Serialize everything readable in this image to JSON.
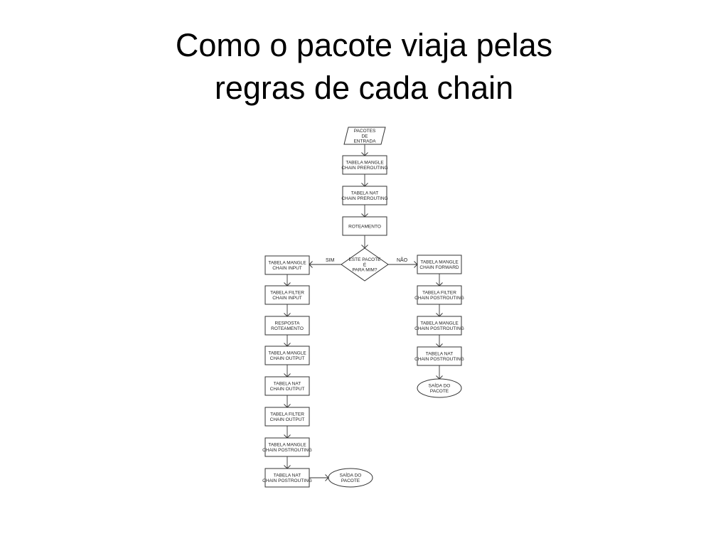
{
  "slide": {
    "title_line1": "Como o pacote viaja pelas",
    "title_line2": "regras de cada chain"
  },
  "diagram": {
    "nodes": [
      {
        "id": "entrada",
        "shape": "parallelogram",
        "lines": [
          "PACOTES",
          "DE",
          "ENTRADA"
        ]
      },
      {
        "id": "mangle-pre",
        "shape": "rect",
        "lines": [
          "TABELA MANGLE",
          "CHAIN PREROUTING"
        ]
      },
      {
        "id": "nat-pre",
        "shape": "rect",
        "lines": [
          "TABELA NAT",
          "CHAIN PREROUTING"
        ]
      },
      {
        "id": "roteamento",
        "shape": "rect",
        "lines": [
          "ROTEAMENTO"
        ]
      },
      {
        "id": "decisao",
        "shape": "diamond",
        "lines": [
          "ESTE PACOTE",
          "É",
          "PARA MIM?"
        ]
      },
      {
        "id": "mangle-input",
        "shape": "rect",
        "lines": [
          "TABELA MANGLE",
          "CHAIN INPUT"
        ]
      },
      {
        "id": "filter-input",
        "shape": "rect",
        "lines": [
          "TABELA FILTER",
          "CHAIN INPUT"
        ]
      },
      {
        "id": "resposta",
        "shape": "rect",
        "lines": [
          "RESPOSTA",
          "ROTEAMENTO"
        ]
      },
      {
        "id": "mangle-output",
        "shape": "rect",
        "lines": [
          "TABELA MANGLE",
          "CHAIN OUTPUT"
        ]
      },
      {
        "id": "nat-output",
        "shape": "rect",
        "lines": [
          "TABELA NAT",
          "CHAIN OUTPUT"
        ]
      },
      {
        "id": "filter-output",
        "shape": "rect",
        "lines": [
          "TABELA FILTER",
          "CHAIN OUTPUT"
        ]
      },
      {
        "id": "mangle-post-left",
        "shape": "rect",
        "lines": [
          "TABELA MANGLE",
          "CHAIN POSTROUTING"
        ]
      },
      {
        "id": "nat-post-left",
        "shape": "rect",
        "lines": [
          "TABELA NAT",
          "CHAIN POSTROUTING"
        ]
      },
      {
        "id": "saida-left",
        "shape": "ellipse",
        "lines": [
          "SAÍDA DO",
          "PACOTE"
        ]
      },
      {
        "id": "mangle-forward",
        "shape": "rect",
        "lines": [
          "TABELA MANGLE",
          "CHAIN FORWARD"
        ]
      },
      {
        "id": "filter-post-right",
        "shape": "rect",
        "lines": [
          "TABELA FILTER",
          "CHAIN POSTROUTING"
        ]
      },
      {
        "id": "mangle-post-right",
        "shape": "rect",
        "lines": [
          "TABELA MANGLE",
          "CHAIN POSTROUTING"
        ]
      },
      {
        "id": "nat-post-right",
        "shape": "rect",
        "lines": [
          "TABELA NAT",
          "CHAIN POSTROUTING"
        ]
      },
      {
        "id": "saida-right",
        "shape": "ellipse",
        "lines": [
          "SAÍDA DO",
          "PACOTE"
        ]
      }
    ],
    "edges": [
      {
        "from": "entrada",
        "to": "mangle-pre",
        "label": ""
      },
      {
        "from": "mangle-pre",
        "to": "nat-pre",
        "label": ""
      },
      {
        "from": "nat-pre",
        "to": "roteamento",
        "label": ""
      },
      {
        "from": "roteamento",
        "to": "decisao",
        "label": ""
      },
      {
        "from": "decisao",
        "to": "mangle-input",
        "label": "SIM"
      },
      {
        "from": "decisao",
        "to": "mangle-forward",
        "label": "NÃO"
      },
      {
        "from": "mangle-input",
        "to": "filter-input",
        "label": ""
      },
      {
        "from": "filter-input",
        "to": "resposta",
        "label": ""
      },
      {
        "from": "resposta",
        "to": "mangle-output",
        "label": ""
      },
      {
        "from": "mangle-output",
        "to": "nat-output",
        "label": ""
      },
      {
        "from": "nat-output",
        "to": "filter-output",
        "label": ""
      },
      {
        "from": "filter-output",
        "to": "mangle-post-left",
        "label": ""
      },
      {
        "from": "mangle-post-left",
        "to": "nat-post-left",
        "label": ""
      },
      {
        "from": "nat-post-left",
        "to": "saida-left",
        "label": ""
      },
      {
        "from": "mangle-forward",
        "to": "filter-post-right",
        "label": ""
      },
      {
        "from": "filter-post-right",
        "to": "mangle-post-right",
        "label": ""
      },
      {
        "from": "mangle-post-right",
        "to": "nat-post-right",
        "label": ""
      },
      {
        "from": "nat-post-right",
        "to": "saida-right",
        "label": ""
      }
    ]
  }
}
